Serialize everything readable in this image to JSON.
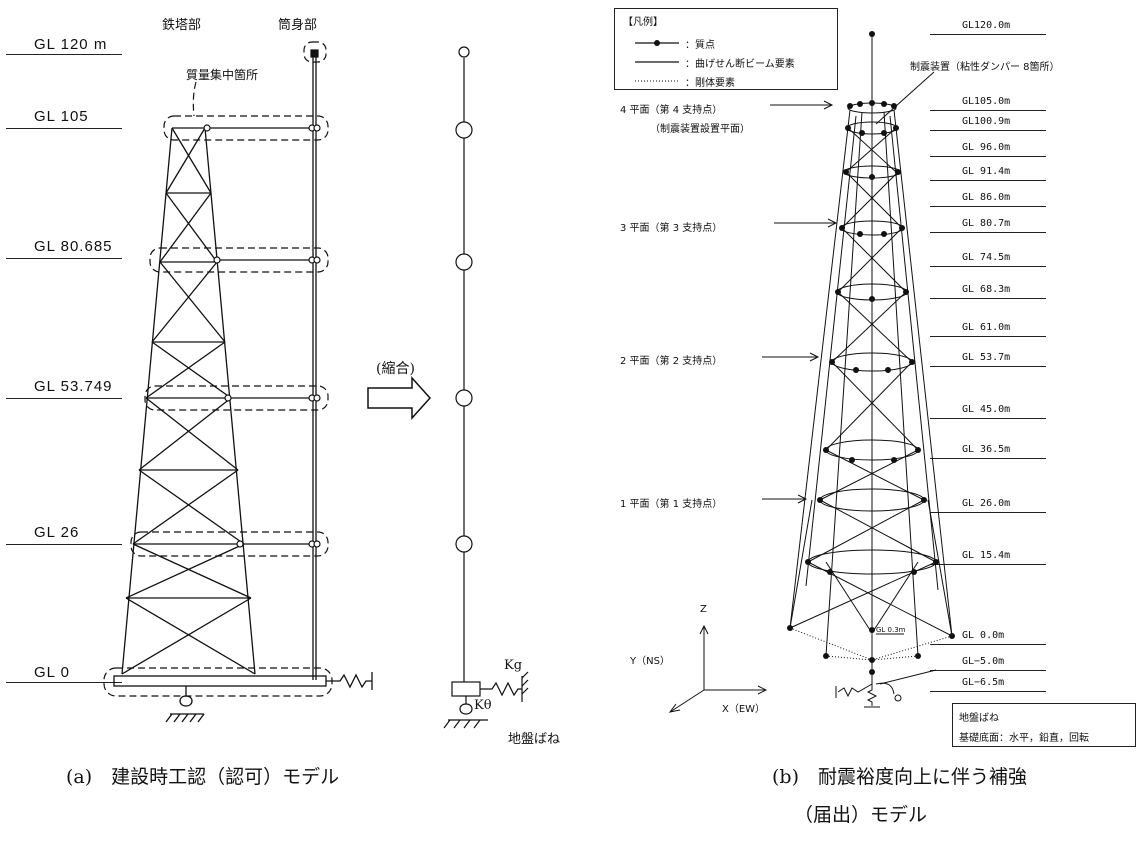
{
  "model_a": {
    "header_tower": "鉄塔部",
    "header_shaft": "筒身部",
    "mass_label": "質量集中箇所",
    "levels": [
      "GL  120 m",
      "GL  105",
      "GL  80.685",
      "GL  53.749",
      "GL  26",
      "GL  0"
    ],
    "arrow_label": "(縮合)",
    "spring_kg": "Kg",
    "spring_ktheta": "Kθ",
    "ground_spring": "地盤ばね",
    "caption": "(a)　建設時工認（認可）モデル"
  },
  "model_b": {
    "legend_title": "【凡例】",
    "legend_items": [
      "：質点",
      "：曲げせん断ビーム要素",
      "：剛体要素"
    ],
    "damper_label": "制震装置（粘性ダンパー 8箇所）",
    "levels": [
      "GL120.0m",
      "GL105.0m",
      "GL100.9m",
      "GL 96.0m",
      "GL 91.4m",
      "GL 86.0m",
      "GL 80.7m",
      "GL 74.5m",
      "GL 68.3m",
      "GL 61.0m",
      "GL 53.7m",
      "GL 45.0m",
      "GL 36.5m",
      "GL 26.0m",
      "GL 15.4m",
      "GL  0.0m",
      "GL−5.0m",
      "GL−6.5m"
    ],
    "gl_small": "GL 0.3m",
    "planes": [
      "4 平面（第 4 支持点）",
      "（制震装置設置平面）",
      "3 平面（第 3 支持点）",
      "2 平面（第 2 支持点）",
      "1 平面（第 1 支持点）"
    ],
    "axis_z": "Z",
    "axis_y": "Y（NS）",
    "axis_x": "X（EW）",
    "ground_box_title": "地盤ばね",
    "ground_box_text": "基礎底面：水平，鉛直，回転",
    "caption_line1": "(b)　耐震裕度向上に伴う補強",
    "caption_line2": "（届出）モデル"
  }
}
